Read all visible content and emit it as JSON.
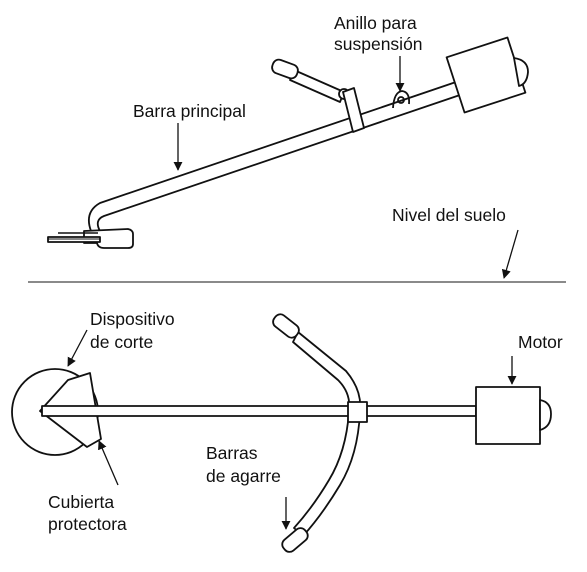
{
  "labels": {
    "anillo_line1": "Anillo para",
    "anillo_line2": "suspensión",
    "barra_principal": "Barra principal",
    "nivel_suelo": "Nivel del suelo",
    "dispositivo_line1": "Dispositivo",
    "dispositivo_line2": "de corte",
    "motor": "Motor",
    "barras_line1": "Barras",
    "barras_line2": "de agarre",
    "cubierta_line1": "Cubierta",
    "cubierta_line2": "protectora"
  },
  "colors": {
    "stroke": "#111111",
    "background": "#ffffff"
  }
}
